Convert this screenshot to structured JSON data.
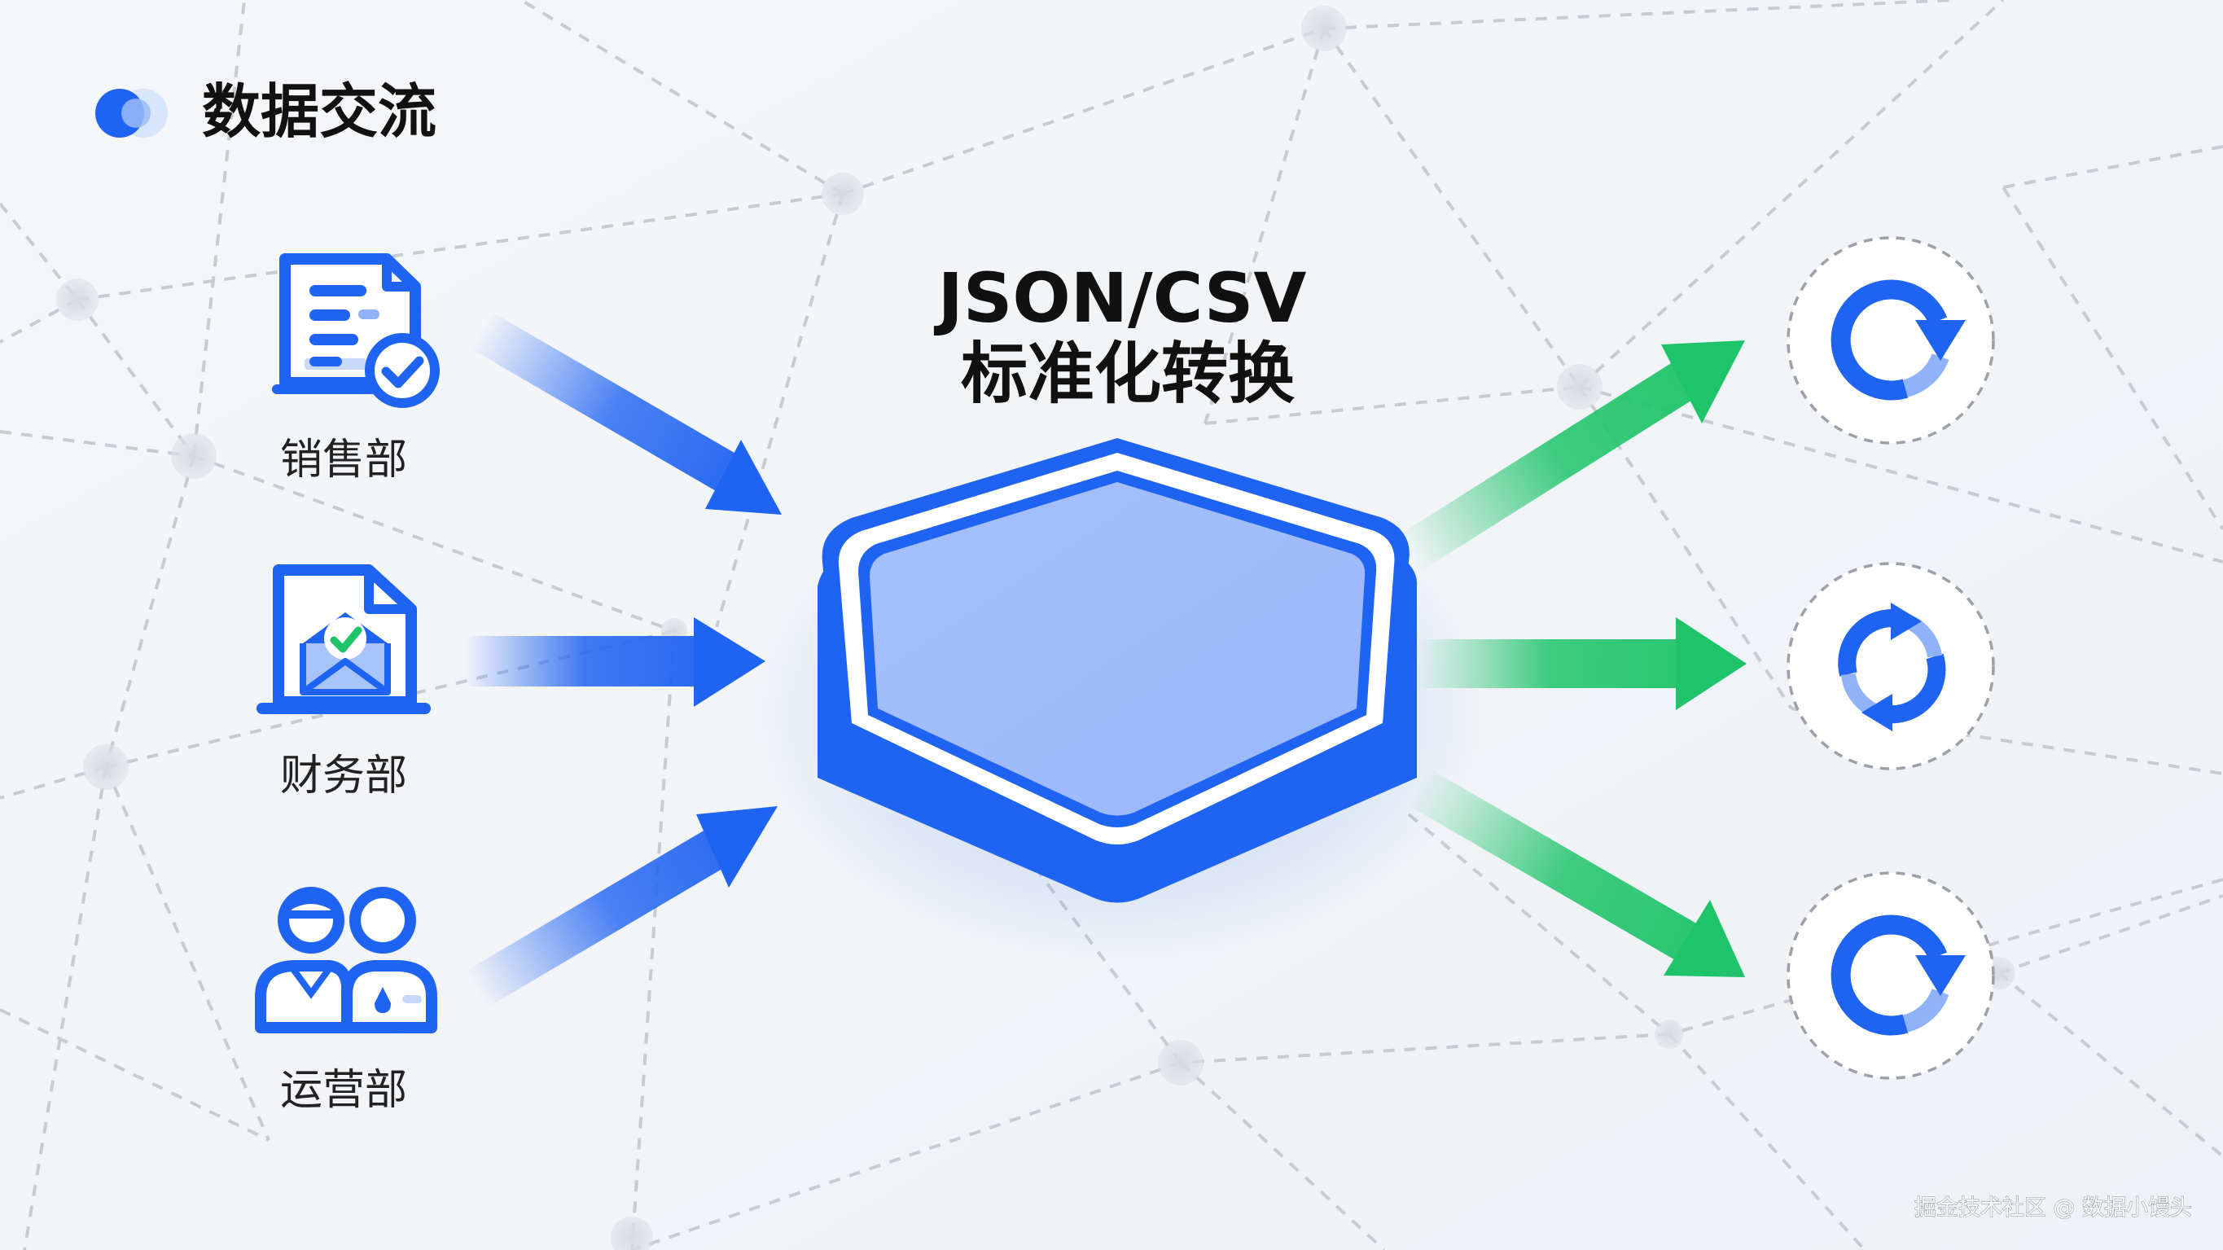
{
  "header": {
    "title": "数据交流"
  },
  "center": {
    "line1": "JSON/CSV",
    "line2": "标准化转换"
  },
  "sources": [
    {
      "label": "销售部",
      "icon": "document-check-icon"
    },
    {
      "label": "财务部",
      "icon": "envelope-check-icon"
    },
    {
      "label": "运营部",
      "icon": "people-icon"
    }
  ],
  "targets": [
    {
      "icon": "refresh-icon"
    },
    {
      "icon": "sync-icon"
    },
    {
      "icon": "refresh-icon"
    }
  ],
  "watermark": "掘金技术社区 @ 数据小馒头",
  "colors": {
    "blue": "#1f63f2",
    "green": "#1fc46a",
    "hex_fill": "#a9c3fb",
    "background": "#f1f4f8"
  }
}
